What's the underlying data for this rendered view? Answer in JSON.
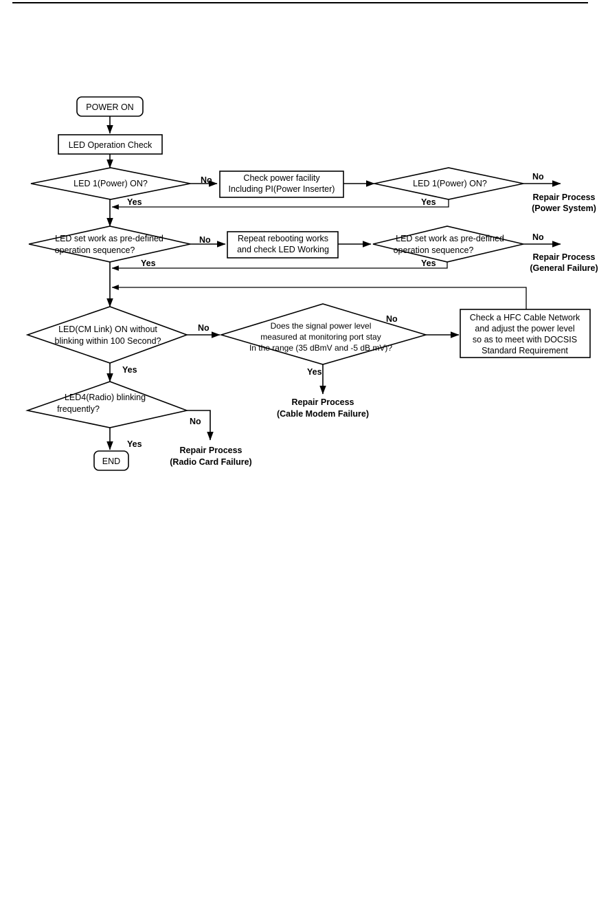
{
  "document": {
    "title": "LED Troubleshooting Flowchart",
    "has_top_rule": true,
    "background_color": "#ffffff",
    "line_color": "#000000"
  },
  "flowchart": {
    "type": "flowchart",
    "orientation": "top-to-bottom",
    "nodes": {
      "start": {
        "label": "POWER ON",
        "shape": "rounded-rectangle"
      },
      "led_operation_check": {
        "label": "LED Operation Check",
        "shape": "rectangle"
      },
      "d1_led1_power": {
        "label": "LED 1(Power) ON?",
        "shape": "diamond"
      },
      "p1_check_power_l1": {
        "label": "Check power facility",
        "shape": "rectangle"
      },
      "p1_check_power_l2": {
        "label": "Including PI(Power Inserter)",
        "shape": "rectangle"
      },
      "d1b_led1_power": {
        "label": "LED 1(Power) ON?",
        "shape": "diamond"
      },
      "r1_repair_l1": {
        "label": "Repair Process",
        "shape": "text"
      },
      "r1_repair_l2": {
        "label": "(Power System)",
        "shape": "text"
      },
      "d2_led_sequence_l1": {
        "label": "LED set work as pre-defined",
        "shape": "diamond"
      },
      "d2_led_sequence_l2": {
        "label": "operation sequence?",
        "shape": "diamond"
      },
      "p2_reboot_l1": {
        "label": "Repeat rebooting works",
        "shape": "rectangle"
      },
      "p2_reboot_l2": {
        "label": "and check LED Working",
        "shape": "rectangle"
      },
      "d2b_led_sequence_l1": {
        "label": "LED set work as pre-defined",
        "shape": "diamond"
      },
      "d2b_led_sequence_l2": {
        "label": "operation sequence?",
        "shape": "diamond"
      },
      "r2_repair_l1": {
        "label": "Repair Process",
        "shape": "text"
      },
      "r2_repair_l2": {
        "label": "(General Failure)",
        "shape": "text"
      },
      "d3_cm_link_l1": {
        "label": "LED(CM Link) ON without",
        "shape": "diamond"
      },
      "d3_cm_link_l2": {
        "label": "blinking within 100 Second?",
        "shape": "diamond"
      },
      "d4_signal_l1": {
        "label": "Does the signal power level",
        "shape": "diamond"
      },
      "d4_signal_l2": {
        "label": "measured at monitoring port stay",
        "shape": "diamond"
      },
      "d4_signal_l3": {
        "label": "In the range (35 dBmV and -5 dB mV)?",
        "shape": "diamond"
      },
      "p3_hfc_l1": {
        "label": "Check a HFC Cable Network",
        "shape": "rectangle"
      },
      "p3_hfc_l2": {
        "label": "and adjust the power level",
        "shape": "rectangle"
      },
      "p3_hfc_l3": {
        "label": "so as to meet with DOCSIS",
        "shape": "rectangle"
      },
      "p3_hfc_l4": {
        "label": "Standard Requirement",
        "shape": "rectangle"
      },
      "r3_repair_l1": {
        "label": "Repair Process",
        "shape": "text"
      },
      "r3_repair_l2": {
        "label": "(Cable Modem Failure)",
        "shape": "text"
      },
      "d5_led4_radio_l1": {
        "label": "LED4(Radio) blinking",
        "shape": "diamond"
      },
      "d5_led4_radio_l2": {
        "label": "frequently?",
        "shape": "diamond"
      },
      "r4_repair_l1": {
        "label": "Repair Process",
        "shape": "text"
      },
      "r4_repair_l2": {
        "label": "(Radio Card Failure)",
        "shape": "text"
      },
      "end": {
        "label": "END",
        "shape": "rounded-rectangle"
      }
    },
    "edge_labels": {
      "d1_no": "No",
      "d1_yes": "Yes",
      "d1b_no": "No",
      "d1b_yes": "Yes",
      "d2_no": "No",
      "d2_yes": "Yes",
      "d2b_no": "No",
      "d2b_yes": "Yes",
      "d3_no": "No",
      "d3_yes": "Yes",
      "d4_no": "No",
      "d4_yes": "Yes",
      "d5_no": "No",
      "d5_yes": "Yes"
    }
  }
}
